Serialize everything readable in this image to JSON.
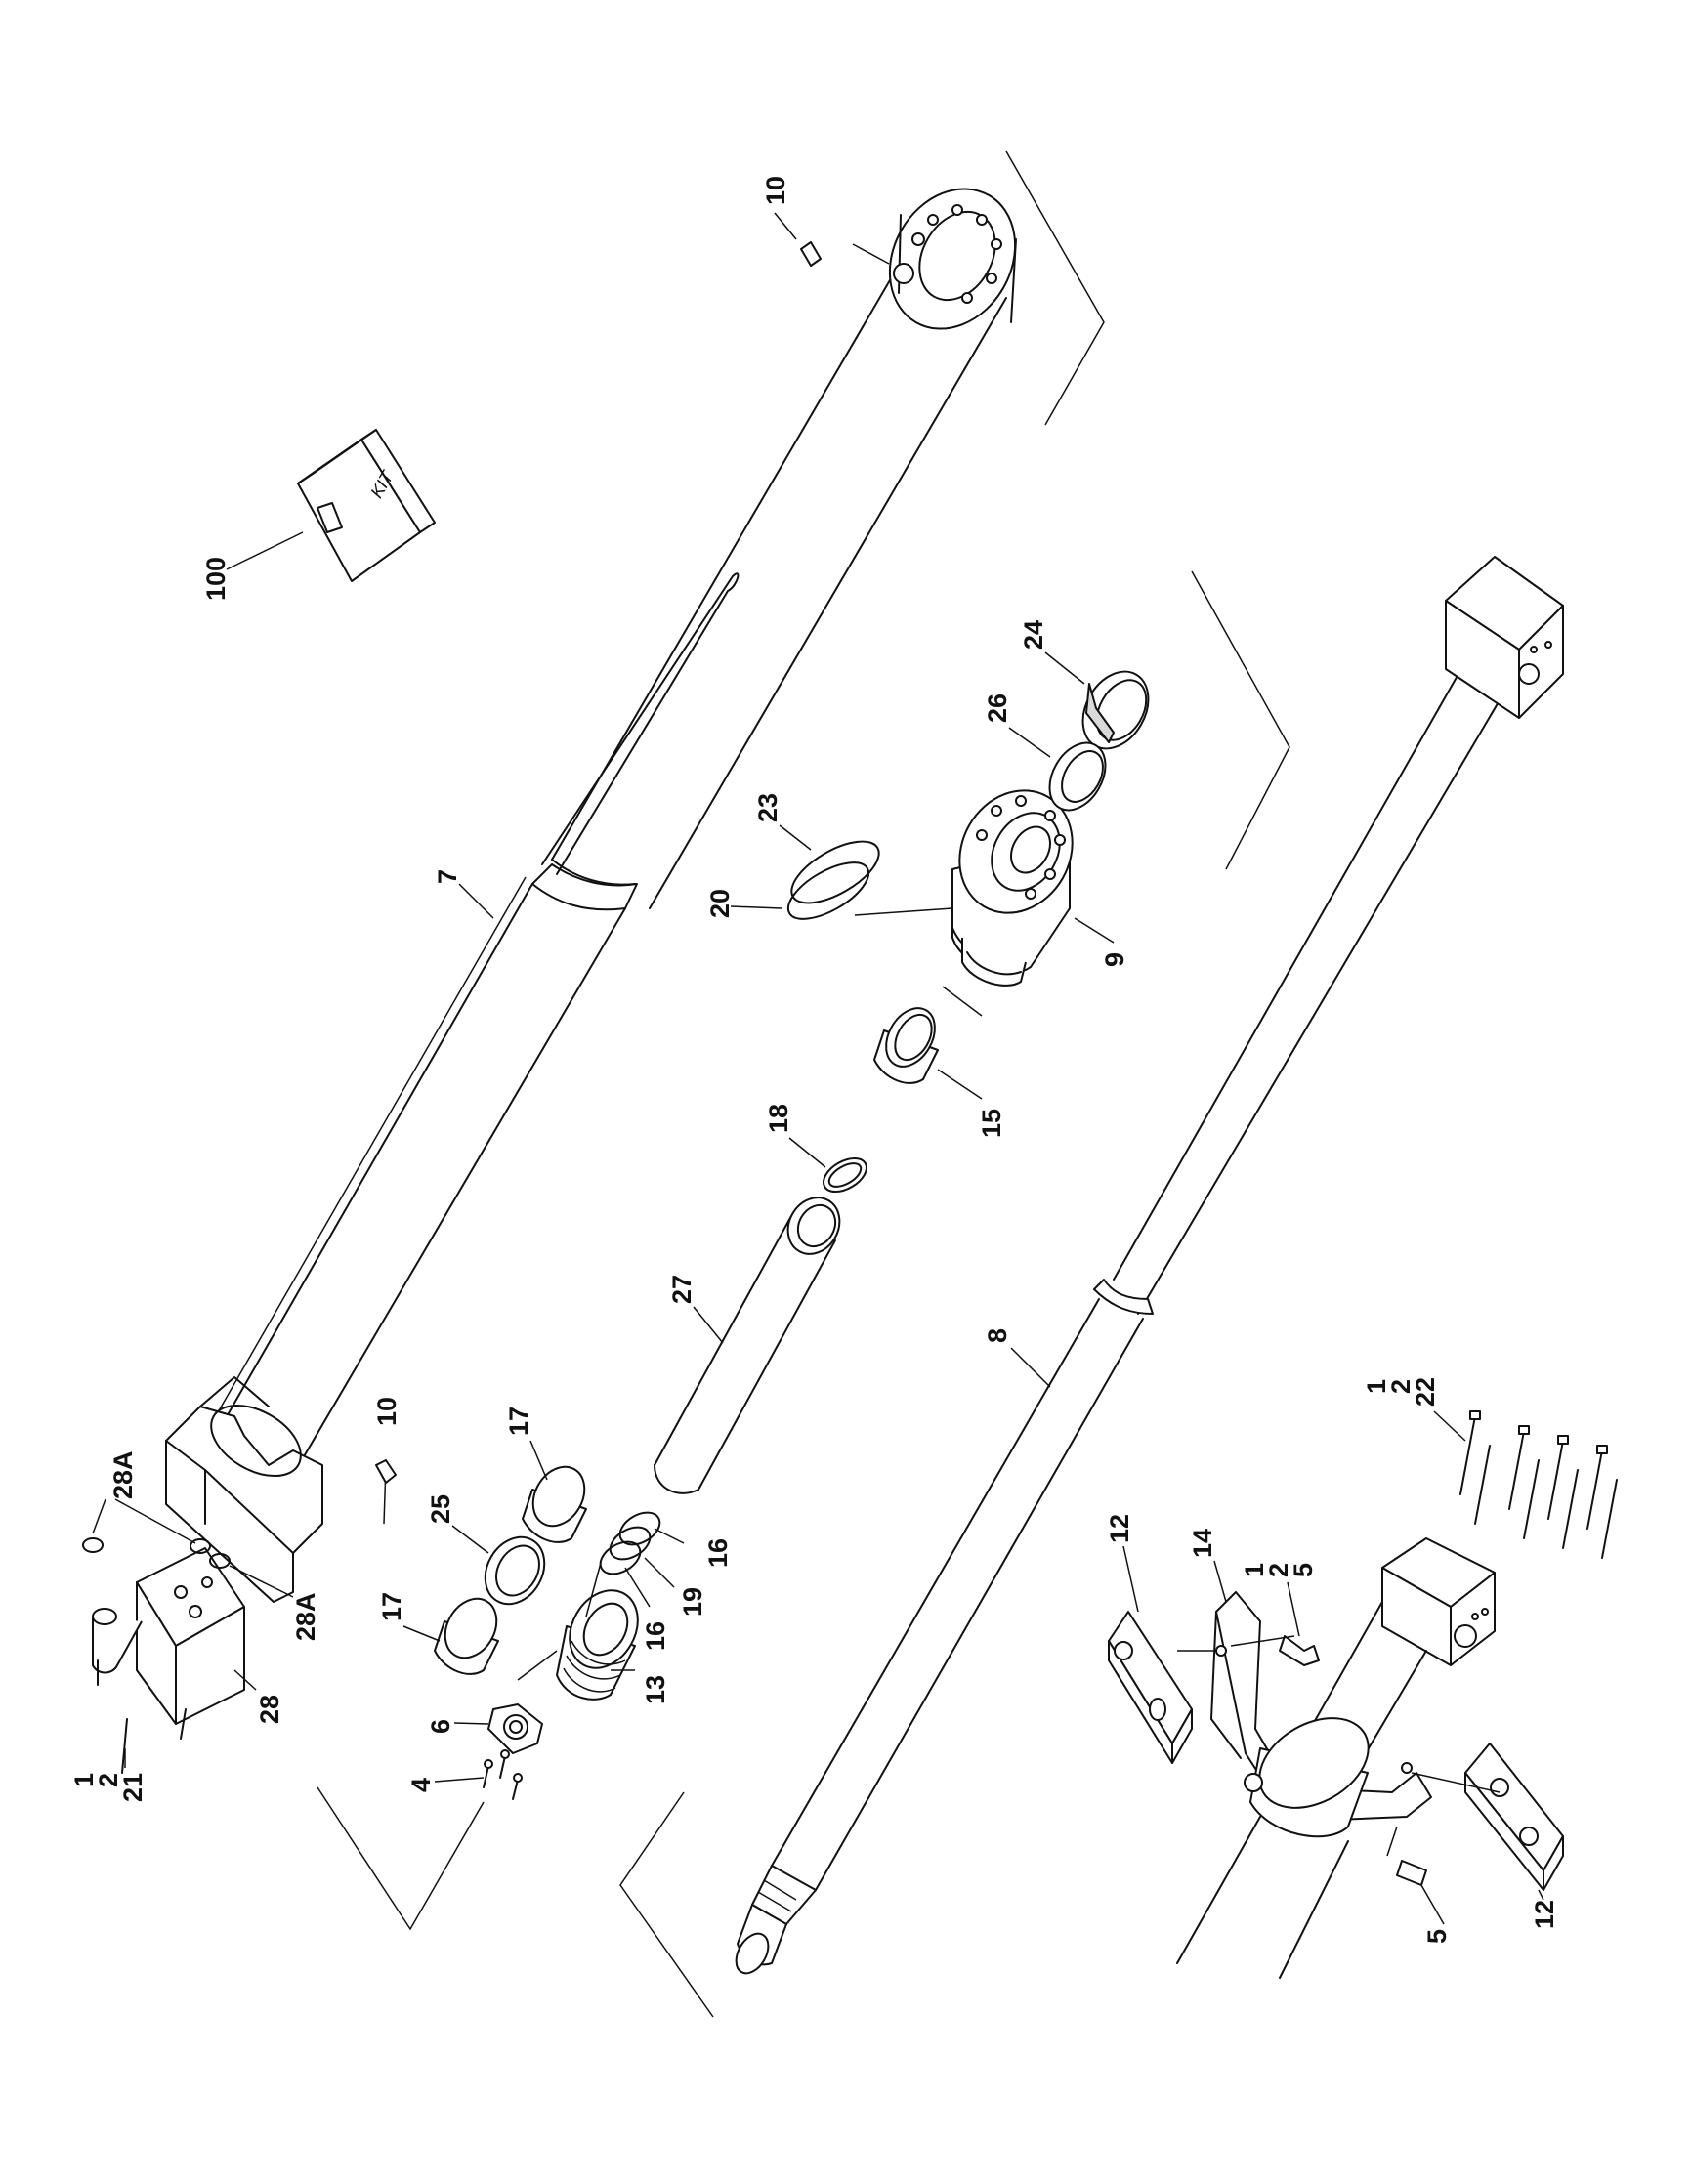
{
  "diagram": {
    "type": "exploded-parts-view",
    "kit_box_label": "KIT",
    "callouts": [
      {
        "id": "c10-top",
        "text": "10"
      },
      {
        "id": "c100",
        "text": "100"
      },
      {
        "id": "c7",
        "text": "7"
      },
      {
        "id": "c24",
        "text": "24"
      },
      {
        "id": "c26",
        "text": "26"
      },
      {
        "id": "c23",
        "text": "23"
      },
      {
        "id": "c20",
        "text": "20"
      },
      {
        "id": "c9",
        "text": "9"
      },
      {
        "id": "c18",
        "text": "18"
      },
      {
        "id": "c15",
        "text": "15"
      },
      {
        "id": "c27",
        "text": "27"
      },
      {
        "id": "c8",
        "text": "8"
      },
      {
        "id": "c10-bottom",
        "text": "10"
      },
      {
        "id": "c17-upper",
        "text": "17"
      },
      {
        "id": "c25",
        "text": "25"
      },
      {
        "id": "c16-right",
        "text": "16"
      },
      {
        "id": "c19",
        "text": "19"
      },
      {
        "id": "c16-left",
        "text": "16"
      },
      {
        "id": "c28A-upper",
        "text": "28A"
      },
      {
        "id": "c28A-lower",
        "text": "28A"
      },
      {
        "id": "c28",
        "text": "28"
      },
      {
        "id": "c17-lower",
        "text": "17"
      },
      {
        "id": "c13",
        "text": "13"
      },
      {
        "id": "c6",
        "text": "6"
      },
      {
        "id": "c4",
        "text": "4"
      },
      {
        "id": "c1-a",
        "text": "1"
      },
      {
        "id": "c2-a",
        "text": "2"
      },
      {
        "id": "c21",
        "text": "21"
      },
      {
        "id": "c1-b",
        "text": "1"
      },
      {
        "id": "c2-b",
        "text": "2"
      },
      {
        "id": "c22",
        "text": "22"
      },
      {
        "id": "c12-left",
        "text": "12"
      },
      {
        "id": "c14",
        "text": "14"
      },
      {
        "id": "c1-c",
        "text": "1"
      },
      {
        "id": "c2-c",
        "text": "2"
      },
      {
        "id": "c5-upper",
        "text": "5"
      },
      {
        "id": "c12-right",
        "text": "12"
      },
      {
        "id": "c5-lower",
        "text": "5"
      }
    ]
  }
}
